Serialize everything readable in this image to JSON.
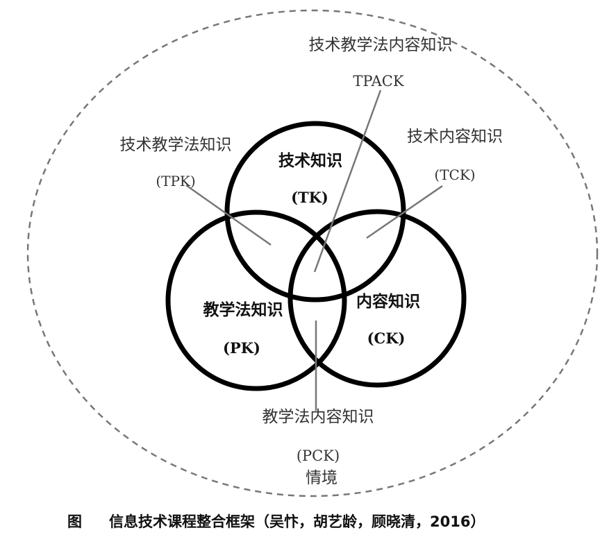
{
  "context": "情境",
  "tpack": {
    "name": "技术教学法内容知识",
    "abbr": "TPACK"
  },
  "tpk": {
    "name": "技术教学法知识",
    "abbr": "(TPK)"
  },
  "tck": {
    "name": "技术内容知识",
    "abbr": "(TCK)"
  },
  "pck": {
    "name": "教学法内容知识",
    "abbr": "(PCK)"
  },
  "tk": {
    "name": "技术知识",
    "abbr": "(TK)"
  },
  "pk": {
    "name": "教学法知识",
    "abbr": "(PK)"
  },
  "ck": {
    "name": "内容知识",
    "abbr": "(CK)"
  },
  "caption": {
    "label": "图",
    "text": "信息技术课程整合框架（吴忭，胡艺龄，顾晓清，2016）"
  },
  "colors": {
    "circle_stroke": "#000000",
    "dashed_ellipse": "#777777",
    "leader_line": "#777777",
    "text": "#333333"
  }
}
